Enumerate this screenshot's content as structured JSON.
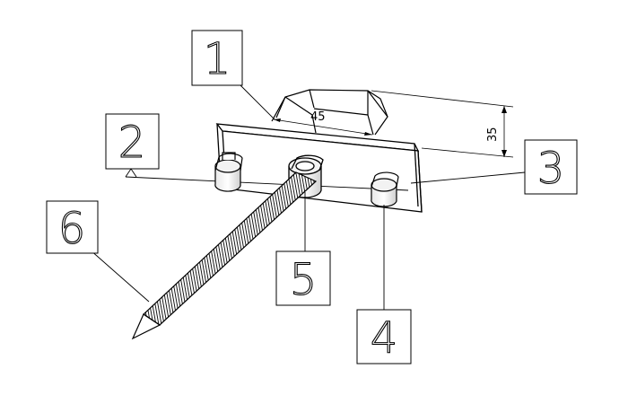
{
  "callouts": {
    "c1": "1",
    "c2": "2",
    "c3": "3",
    "c4": "4",
    "c5": "5",
    "c6": "6"
  },
  "dimensions": {
    "width_label": "45",
    "height_label": "35"
  },
  "colors": {
    "line": "#000000",
    "background": "#ffffff"
  }
}
